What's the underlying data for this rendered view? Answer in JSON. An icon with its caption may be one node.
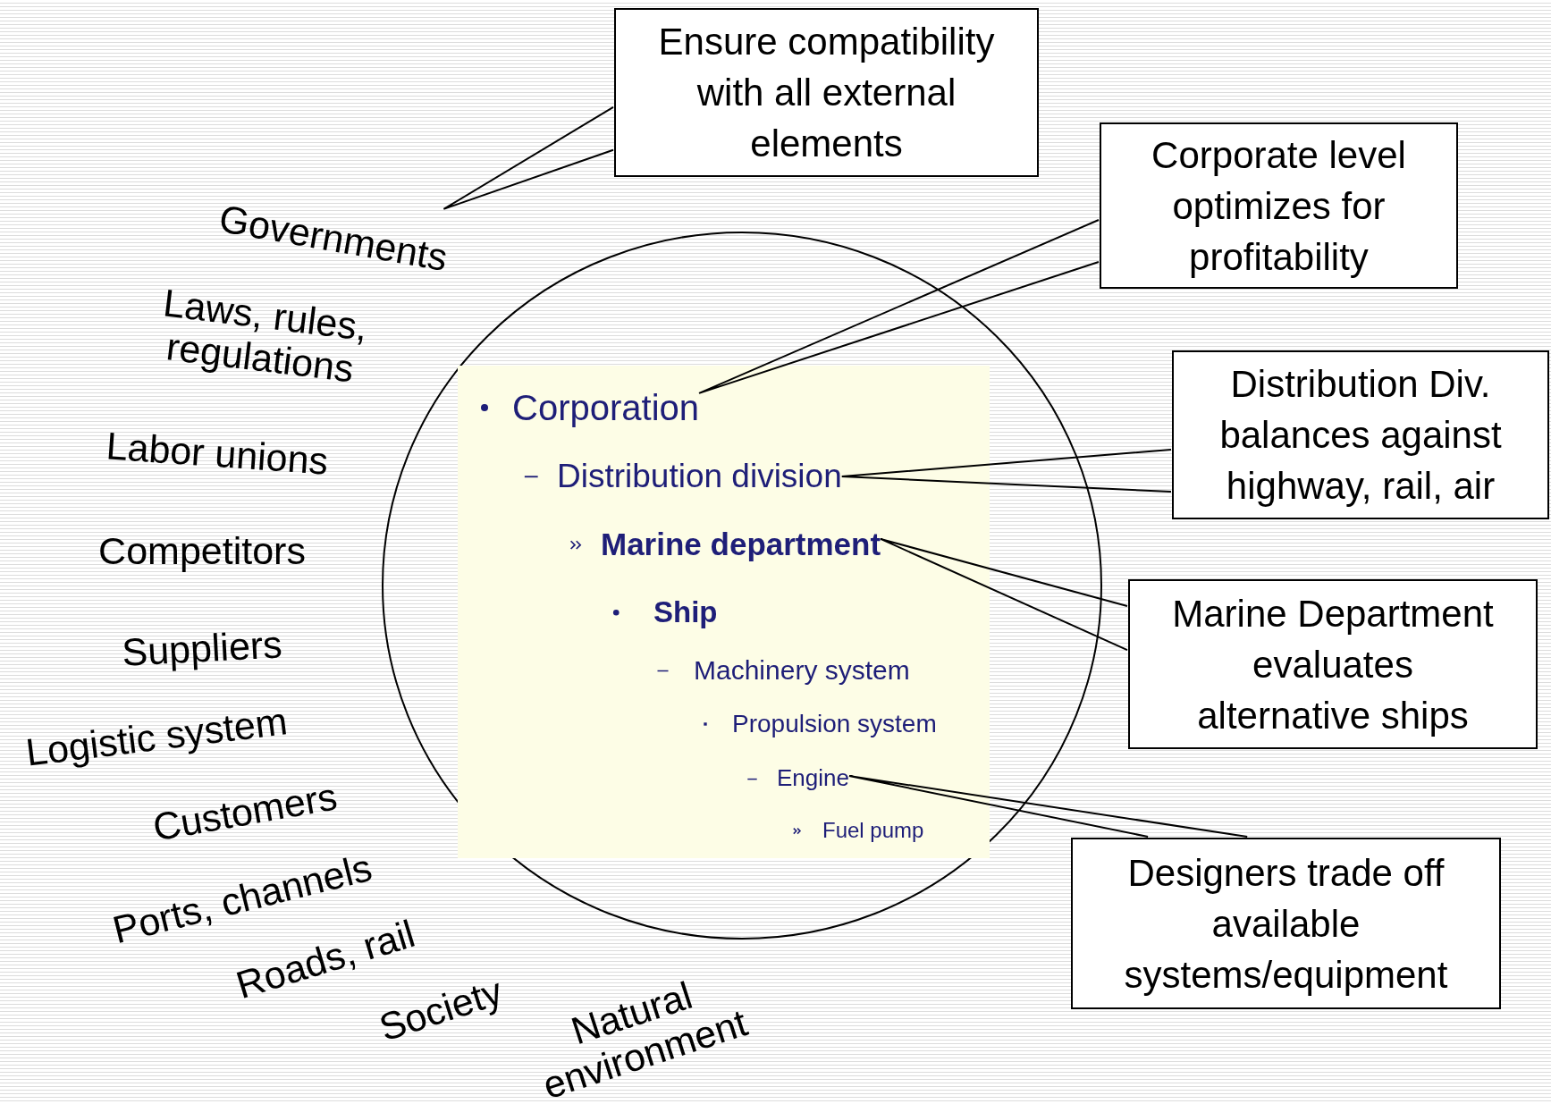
{
  "diagram": {
    "nodes": [
      {
        "text": [
          "Ensure compatibility with all external elements"
        ]
      },
      {
        "text": [
          "Governments"
        ]
      },
      {
        "text": [
          "Corporate level optimizes for profitability"
        ]
      },
      {
        "text": [],
        "shape": "box"
      },
      {
        "text": [
          "Corporation"
        ],
        "in": 3
      },
      {
        "text": [
          "Distribution division"
        ],
        "in": 3
      },
      {
        "text": [
          "Distribution Div. balances against highway, rail, air"
        ]
      },
      {
        "text": [
          "Marine department"
        ],
        "in": 3
      },
      {
        "text": [
          "Marine Department evaluates alternative ships"
        ]
      },
      {
        "text": [
          "Ship"
        ],
        "in": 3
      },
      {
        "text": [
          "Machinery system"
        ],
        "in": 3
      },
      {
        "text": [
          "Propulsion system"
        ],
        "in": 3
      },
      {
        "text": [
          "Engine"
        ],
        "in": 3
      },
      {
        "text": [
          "Fuel pump"
        ],
        "in": 3
      },
      {
        "text": [
          "Designers trade off available systems/equipment"
        ]
      }
    ],
    "edges": [
      {
        "from": 0,
        "to": 1,
        "arrow": "none"
      },
      {
        "from": 2,
        "to": 4,
        "arrow": "none"
      },
      {
        "from": 6,
        "to": 5,
        "arrow": "none"
      },
      {
        "from": 8,
        "to": 7,
        "arrow": "none"
      },
      {
        "from": 14,
        "to": 12,
        "arrow": "none"
      }
    ],
    "labels": [
      "Laws, rules, regulations",
      "Labor unions",
      "Competitors",
      "Suppliers",
      "Logistic system",
      "Customers",
      "Ports, channels",
      "Roads, rail",
      "Society",
      "Natural environment"
    ]
  }
}
